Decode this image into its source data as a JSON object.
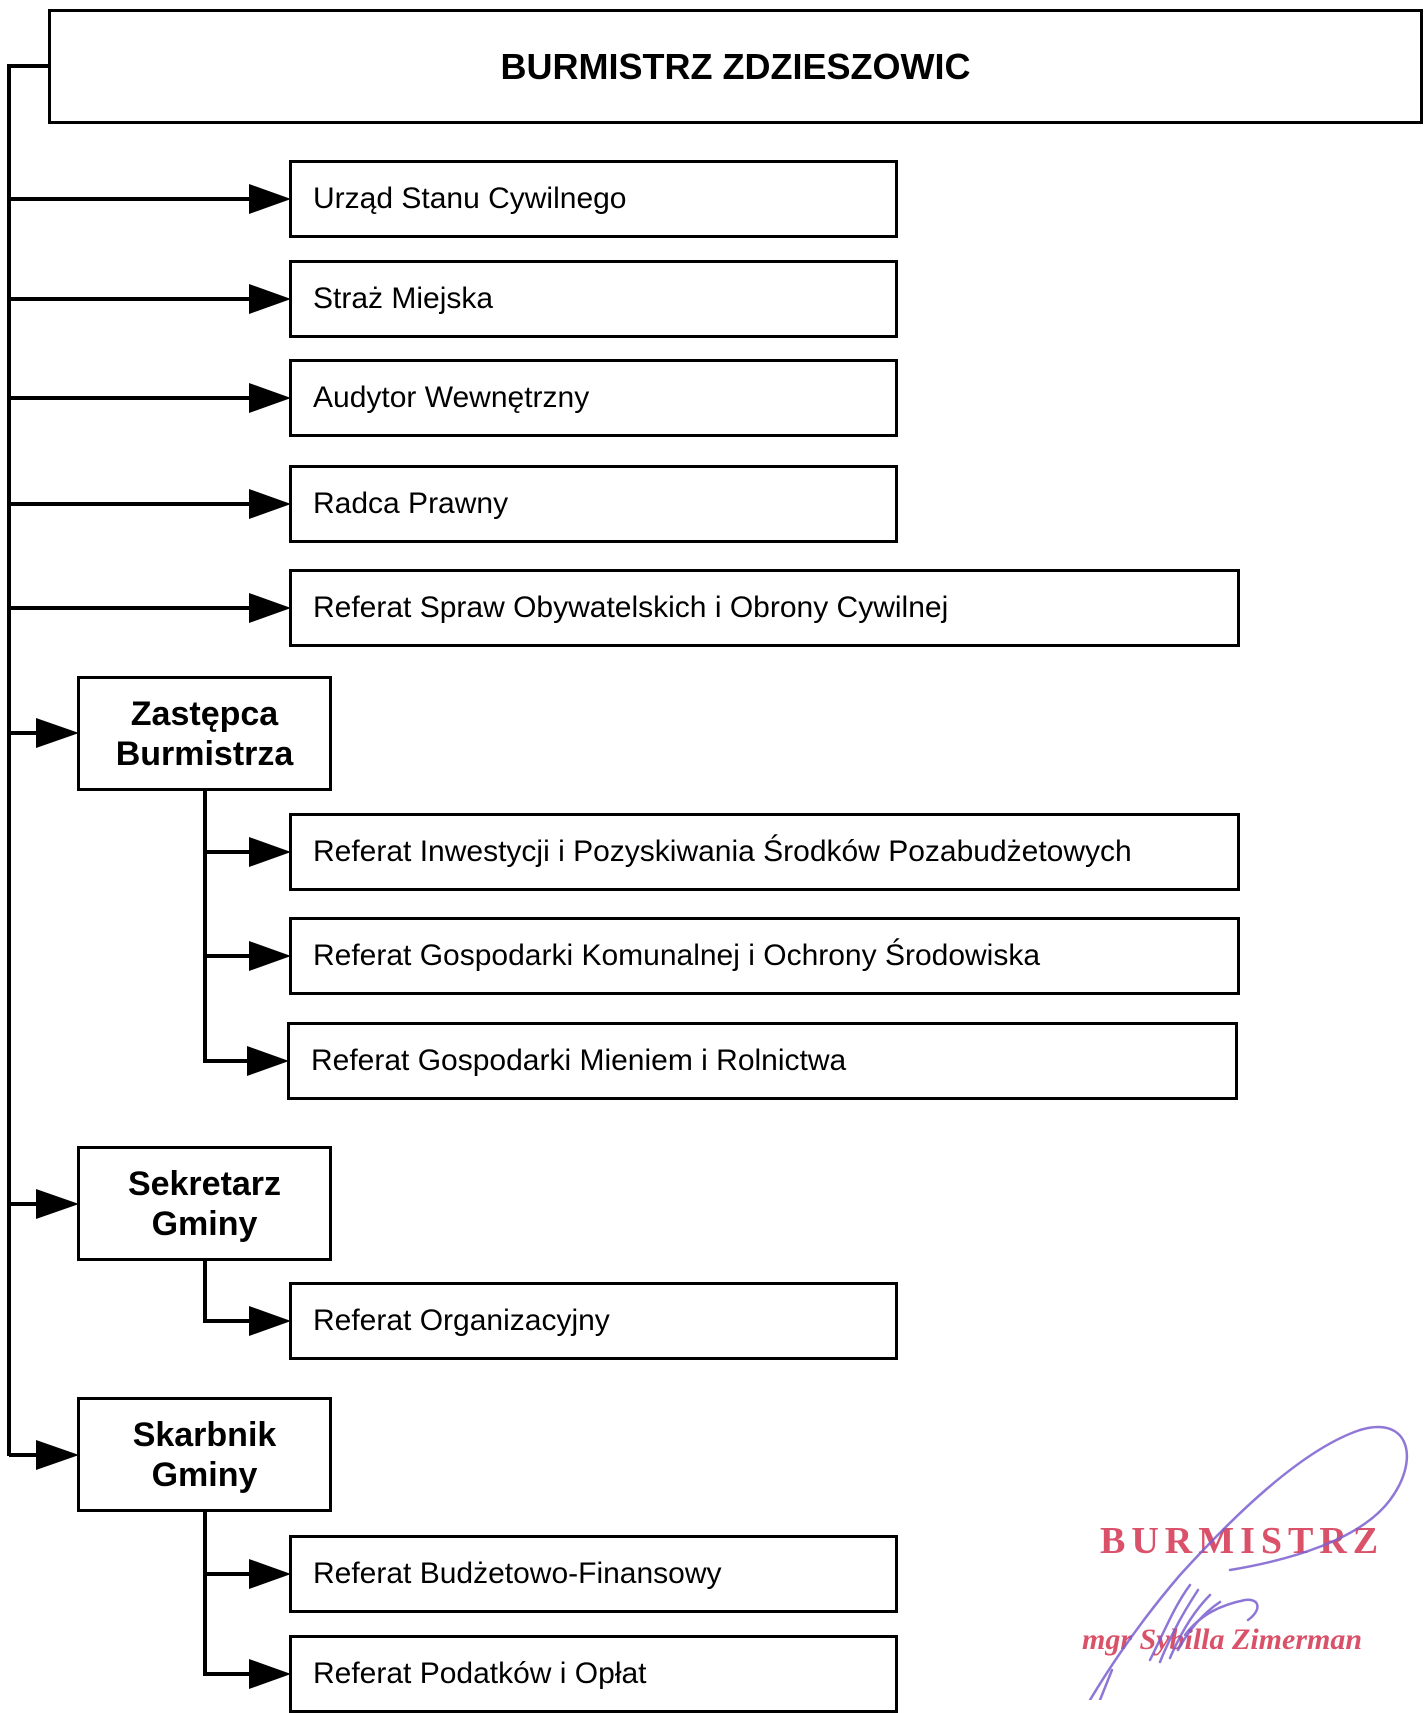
{
  "title": "BURMISTRZ ZDZIESZOWIC",
  "direct_units": [
    "Urząd Stanu Cywilnego",
    "Straż Miejska",
    "Audytor Wewnętrzny",
    "Radca Prawny",
    "Referat Spraw Obywatelskich i Obrony Cywilnej"
  ],
  "deputies": [
    {
      "title_line1": "Zastępca",
      "title_line2": "Burmistrza",
      "units": [
        "Referat Inwestycji i Pozyskiwania Środków Pozabudżetowych",
        "Referat Gospodarki Komunalnej i Ochrony Środowiska",
        "Referat Gospodarki Mieniem i Rolnictwa"
      ]
    },
    {
      "title_line1": "Sekretarz",
      "title_line2": "Gminy",
      "units": [
        "Referat Organizacyjny"
      ]
    },
    {
      "title_line1": "Skarbnik",
      "title_line2": "Gminy",
      "units": [
        "Referat Budżetowo-Finansowy",
        "Referat Podatków i Opłat"
      ]
    }
  ],
  "stamp": {
    "title": "BURMISTRZ",
    "name": "mgr Sybilla Zimerman",
    "color": "#d9526a",
    "signature_color": "#7b5fd0"
  }
}
